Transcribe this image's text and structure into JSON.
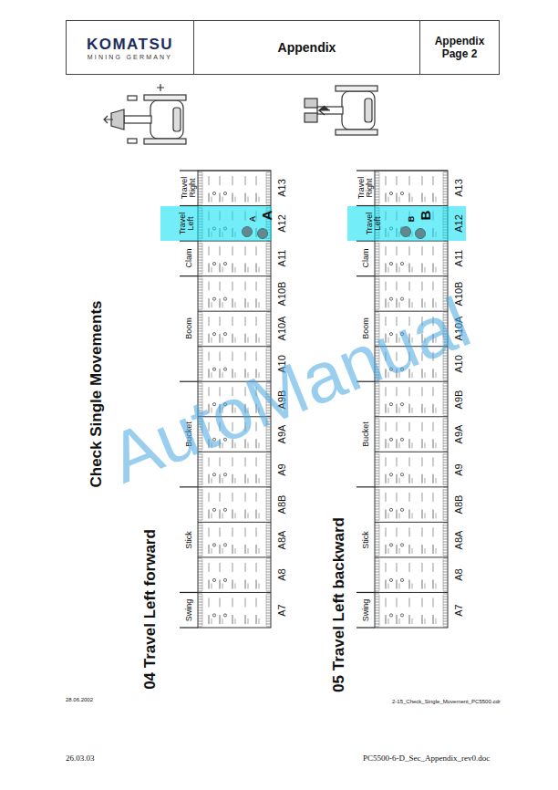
{
  "diagram": {
    "title": "Check Single Movements",
    "nodes": [
      {
        "text": [
          "KOMATSU",
          "MINING GERMANY"
        ]
      },
      {
        "text": [
          "Appendix"
        ]
      },
      {
        "text": [
          "Appendix Page 2"
        ]
      },
      {
        "text": [
          "Travel Left"
        ]
      },
      {
        "text": [
          "Travel Left"
        ]
      }
    ],
    "labels": [
      "04 Travel Left forward",
      "Swing",
      "Stick",
      "Bucket",
      "Boom",
      "Clam",
      "Travel Right",
      "A7",
      "A8",
      "A8A",
      "A8B",
      "A9",
      "A9A",
      "A9B",
      "A10",
      "A10A",
      "A10B",
      "A11",
      "A12",
      "A13",
      "A",
      "A",
      "05 Travel Left backward",
      "Swing",
      "Stick",
      "Bucket",
      "Boom",
      "Clam",
      "Travel Right",
      "A7",
      "A8",
      "A8A",
      "A8B",
      "A9",
      "A9A",
      "A9B",
      "A10",
      "A10A",
      "A10B",
      "A11",
      "A12",
      "A13",
      "B",
      "B",
      "28.06.2002",
      "2-15_Check_Single_Movement_PC5500.cdr",
      "26.03.03",
      "PC5500-6-D_Sec_Appendix_rev0.doc",
      "AutoManual"
    ]
  }
}
